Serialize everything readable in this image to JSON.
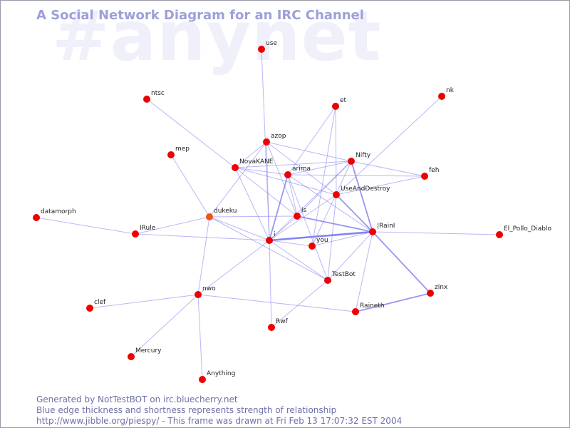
{
  "watermark": "#anynet",
  "title": "A Social Network Diagram for an IRC Channel",
  "footer": {
    "line1": "Generated by NotTestBOT on irc.bluecherry.net",
    "line2": "Blue edge thickness and shortness represents strength of relationship",
    "line3": "http://www.jibble.org/piespy/ - This frame was drawn at Fri Feb 13 17:07:32 EST 2004"
  },
  "colors": {
    "node": "#ee0000",
    "edge": "#7d7df0",
    "title": "#9da0d8",
    "watermark": "#f0f0fb",
    "footer": "#6d70a8"
  },
  "nodes": [
    {
      "id": "use",
      "label": "use"
    },
    {
      "id": "ntsc",
      "label": "ntsc"
    },
    {
      "id": "et",
      "label": "et"
    },
    {
      "id": "nk",
      "label": "nk"
    },
    {
      "id": "azop",
      "label": "azop"
    },
    {
      "id": "mep",
      "label": "mep"
    },
    {
      "id": "NovaKANE",
      "label": "NovaKANE"
    },
    {
      "id": "arima",
      "label": "arima"
    },
    {
      "id": "Nifty",
      "label": "Nifty"
    },
    {
      "id": "feh",
      "label": "feh"
    },
    {
      "id": "UseAndDestroy",
      "label": "UseAndDestroy"
    },
    {
      "id": "datamorph",
      "label": "datamorph"
    },
    {
      "id": "dukeku",
      "label": "dukeku"
    },
    {
      "id": "is",
      "label": "is"
    },
    {
      "id": "IRule",
      "label": "IRule"
    },
    {
      "id": "i",
      "label": "i"
    },
    {
      "id": "you",
      "label": "you"
    },
    {
      "id": "IRainI",
      "label": "|RainI"
    },
    {
      "id": "El_Pollo_Diablo",
      "label": "El_Pollo_Diablo"
    },
    {
      "id": "TestBot",
      "label": "TestBot"
    },
    {
      "id": "nwo",
      "label": "nwo"
    },
    {
      "id": "zinx",
      "label": "zinx"
    },
    {
      "id": "clef",
      "label": "clef"
    },
    {
      "id": "Raineth",
      "label": "Raineth"
    },
    {
      "id": "Rwf",
      "label": "Rwf"
    },
    {
      "id": "Mercury",
      "label": "Mercury"
    },
    {
      "id": "Anything",
      "label": "Anything"
    }
  ],
  "edges": [
    {
      "source": "use",
      "target": "i",
      "weight": 1
    },
    {
      "source": "ntsc",
      "target": "NovaKANE",
      "weight": 1
    },
    {
      "source": "mep",
      "target": "dukeku",
      "weight": 1
    },
    {
      "source": "datamorph",
      "target": "IRule",
      "weight": 1
    },
    {
      "source": "nk",
      "target": "UseAndDestroy",
      "weight": 1
    },
    {
      "source": "El_Pollo_Diablo",
      "target": "IRainI",
      "weight": 1
    },
    {
      "source": "et",
      "target": "arima",
      "weight": 1
    },
    {
      "source": "et",
      "target": "UseAndDestroy",
      "weight": 1
    },
    {
      "source": "et",
      "target": "you",
      "weight": 1
    },
    {
      "source": "azop",
      "target": "Nifty",
      "weight": 1
    },
    {
      "source": "azop",
      "target": "UseAndDestroy",
      "weight": 1
    },
    {
      "source": "azop",
      "target": "dukeku",
      "weight": 1
    },
    {
      "source": "azop",
      "target": "i",
      "weight": 1
    },
    {
      "source": "azop",
      "target": "is",
      "weight": 1
    },
    {
      "source": "azop",
      "target": "NovaKANE",
      "weight": 1
    },
    {
      "source": "NovaKANE",
      "target": "Nifty",
      "weight": 1
    },
    {
      "source": "NovaKANE",
      "target": "arima",
      "weight": 1
    },
    {
      "source": "NovaKANE",
      "target": "i",
      "weight": 1
    },
    {
      "source": "NovaKANE",
      "target": "is",
      "weight": 1
    },
    {
      "source": "NovaKANE",
      "target": "UseAndDestroy",
      "weight": 1
    },
    {
      "source": "arima",
      "target": "Nifty",
      "weight": 1
    },
    {
      "source": "arima",
      "target": "i",
      "weight": 2
    },
    {
      "source": "arima",
      "target": "is",
      "weight": 1
    },
    {
      "source": "arima",
      "target": "IRainI",
      "weight": 1
    },
    {
      "source": "arima",
      "target": "feh",
      "weight": 1
    },
    {
      "source": "Nifty",
      "target": "feh",
      "weight": 1
    },
    {
      "source": "Nifty",
      "target": "IRainI",
      "weight": 2
    },
    {
      "source": "Nifty",
      "target": "i",
      "weight": 1
    },
    {
      "source": "Nifty",
      "target": "is",
      "weight": 1
    },
    {
      "source": "Nifty",
      "target": "you",
      "weight": 1
    },
    {
      "source": "UseAndDestroy",
      "target": "feh",
      "weight": 1
    },
    {
      "source": "UseAndDestroy",
      "target": "IRainI",
      "weight": 2
    },
    {
      "source": "UseAndDestroy",
      "target": "i",
      "weight": 1
    },
    {
      "source": "UseAndDestroy",
      "target": "TestBot",
      "weight": 1
    },
    {
      "source": "dukeku",
      "target": "IRule",
      "weight": 1
    },
    {
      "source": "dukeku",
      "target": "i",
      "weight": 1
    },
    {
      "source": "dukeku",
      "target": "is",
      "weight": 1
    },
    {
      "source": "dukeku",
      "target": "nwo",
      "weight": 1
    },
    {
      "source": "dukeku",
      "target": "TestBot",
      "weight": 1
    },
    {
      "source": "IRule",
      "target": "i",
      "weight": 1
    },
    {
      "source": "i",
      "target": "IRainI",
      "weight": 3
    },
    {
      "source": "i",
      "target": "you",
      "weight": 1
    },
    {
      "source": "i",
      "target": "is",
      "weight": 1
    },
    {
      "source": "i",
      "target": "nwo",
      "weight": 1
    },
    {
      "source": "i",
      "target": "Rwf",
      "weight": 1
    },
    {
      "source": "i",
      "target": "TestBot",
      "weight": 1
    },
    {
      "source": "is",
      "target": "IRainI",
      "weight": 2
    },
    {
      "source": "you",
      "target": "IRainI",
      "weight": 1
    },
    {
      "source": "IRainI",
      "target": "zinx",
      "weight": 2
    },
    {
      "source": "IRainI",
      "target": "TestBot",
      "weight": 1
    },
    {
      "source": "IRainI",
      "target": "Raineth",
      "weight": 1
    },
    {
      "source": "TestBot",
      "target": "Rwf",
      "weight": 1
    },
    {
      "source": "TestBot",
      "target": "arima",
      "weight": 1
    },
    {
      "source": "zinx",
      "target": "Raineth",
      "weight": 2
    },
    {
      "source": "nwo",
      "target": "clef",
      "weight": 1
    },
    {
      "source": "nwo",
      "target": "Mercury",
      "weight": 1
    },
    {
      "source": "nwo",
      "target": "Anything",
      "weight": 1
    },
    {
      "source": "nwo",
      "target": "Raineth",
      "weight": 1
    }
  ]
}
